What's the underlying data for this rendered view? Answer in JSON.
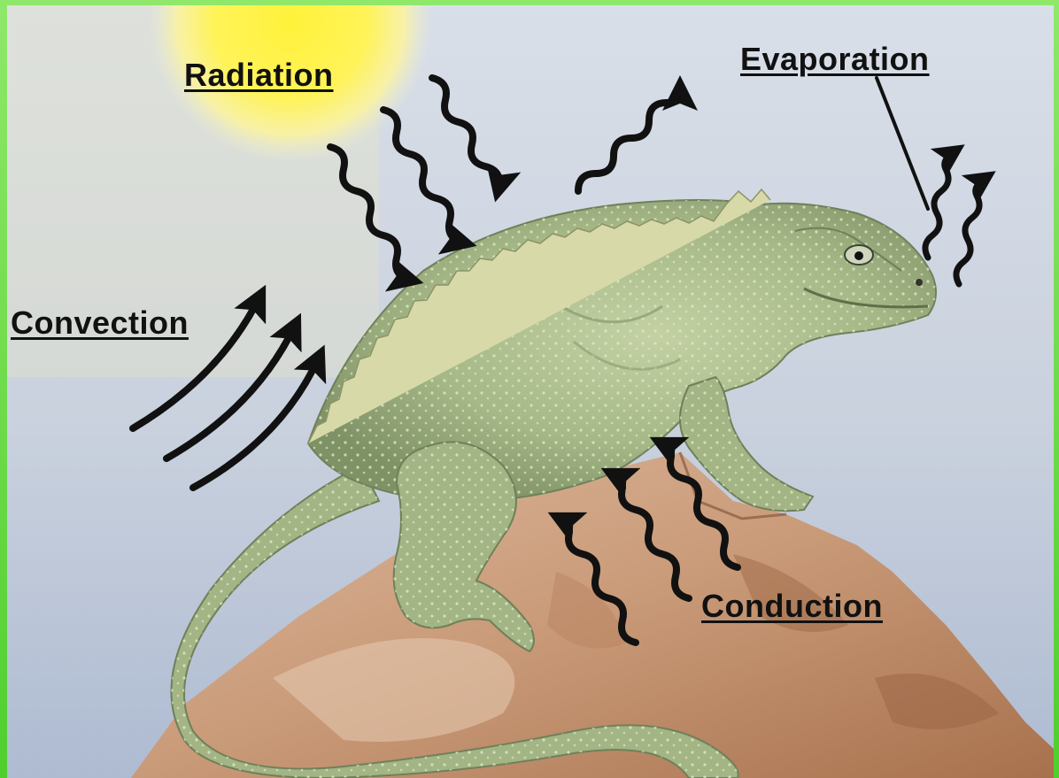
{
  "diagram": {
    "labels": {
      "radiation": "Radiation",
      "evaporation": "Evaporation",
      "convection": "Convection",
      "conduction": "Conduction"
    },
    "colors": {
      "sky_top": "#d6dde8",
      "sky_bottom": "#b5c2d6",
      "sun": "#fff35a",
      "iguana": "#a7b889",
      "rock": "#c89b7a",
      "arrows": "#111111",
      "frame": "#5fd63a"
    },
    "icons": [
      "sun-icon",
      "iguana-illustration",
      "rock-illustration",
      "wavy-arrow-icon",
      "curved-arrow-icon"
    ]
  }
}
